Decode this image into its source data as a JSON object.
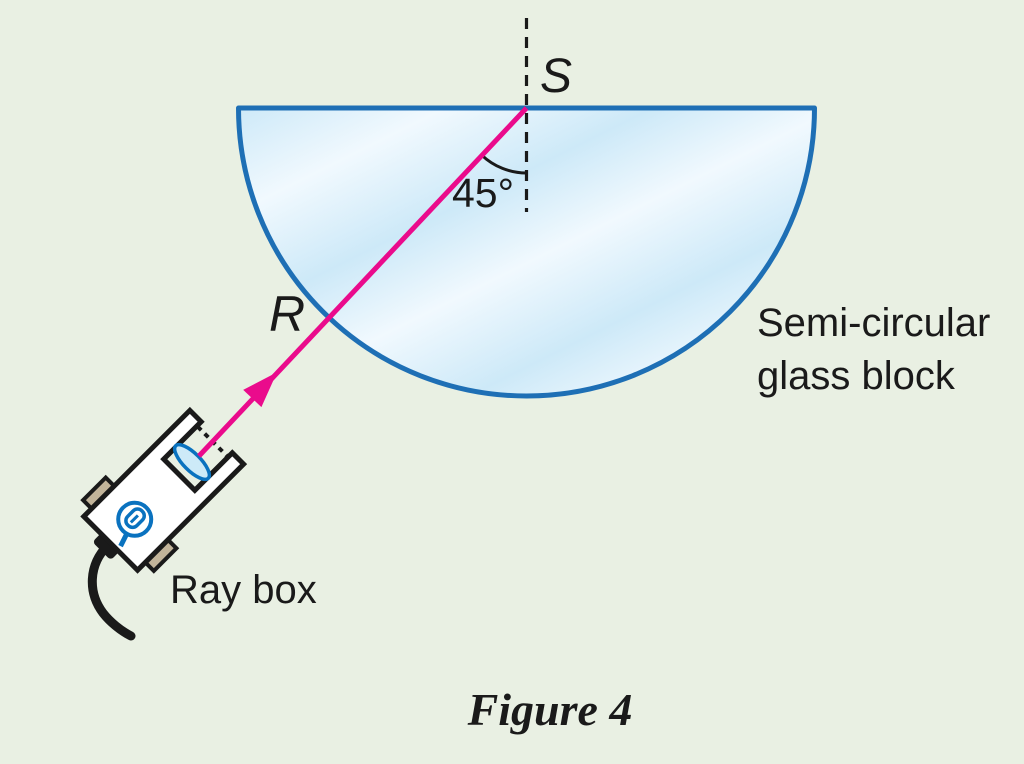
{
  "figure": {
    "point_flat_face": "S",
    "point_curved_face": "R",
    "angle_label": "45°",
    "block_label_line1": "Semi-circular",
    "block_label_line2": "glass block",
    "raybox_label": "Ray box",
    "caption": "Figure 4"
  },
  "icons": {
    "bulb": "bulb-icon",
    "lens": "lens-icon",
    "arrowhead": "ray-direction-arrowhead"
  },
  "colors": {
    "background": "#e9f0e3",
    "glass_outline": "#1e6fb5",
    "glass_fill_light": "#f1f9fe",
    "glass_fill_mid": "#cde9f8",
    "ray": "#ea0b8c",
    "device_blue": "#0a72bf",
    "lens_fill": "#cdeaf8",
    "foot_tan": "#c2b49a",
    "ink": "#1a1a1a"
  }
}
